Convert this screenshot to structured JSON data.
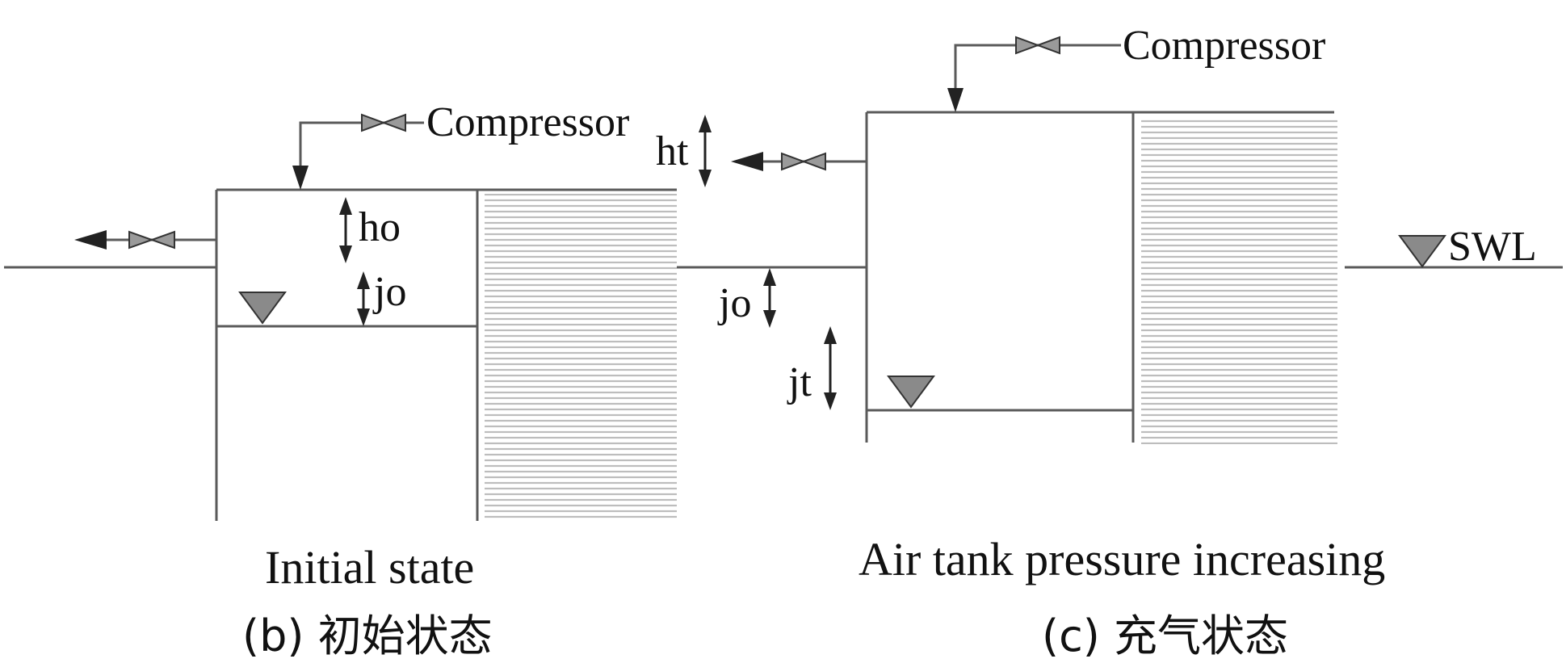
{
  "panel_b": {
    "compressor_label": "Compressor",
    "h_label": "ho",
    "j_label": "jo",
    "caption_en": "Initial state",
    "caption_cn": "(b) 初始状态"
  },
  "panel_c": {
    "compressor_label": "Compressor",
    "h_label": "ht",
    "jo_label": "jo",
    "jt_label": "jt",
    "swl_label": "SWL",
    "caption_en": "Air tank pressure increasing",
    "caption_cn": "(c) 充气状态"
  },
  "colors": {
    "line": "#5a5a5a",
    "hatch": "#c8c8c8",
    "water_symbol": "#8a8a8a",
    "text": "#111111"
  },
  "icons": [
    "valve-icon",
    "flow-arrow-icon",
    "double-arrow-icon",
    "water-level-icon"
  ]
}
